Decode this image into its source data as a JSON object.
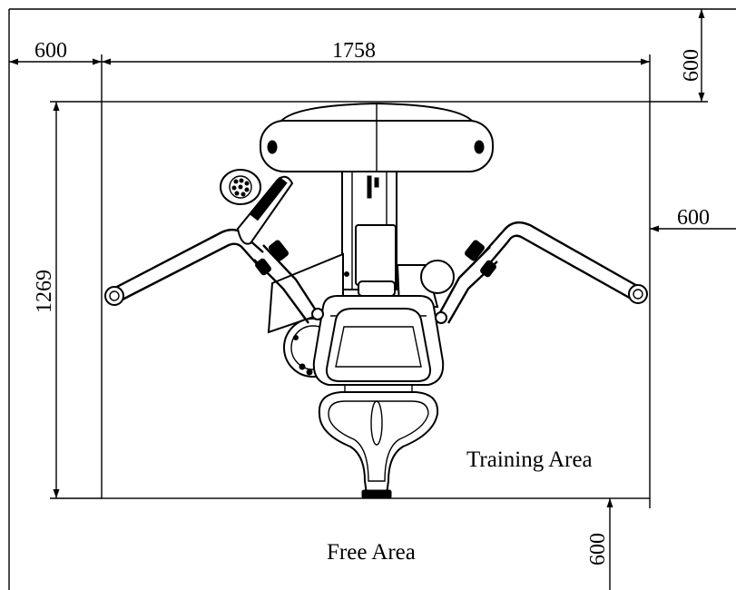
{
  "dimensions": {
    "left_margin": "600",
    "total_width": "1758",
    "top_margin": "600",
    "right_margin": "600",
    "height": "1269",
    "bottom_margin": "600"
  },
  "areas": {
    "training": "Training Area",
    "free": "Free Area"
  },
  "colors": {
    "line": "#000000",
    "background": "#ffffff"
  }
}
